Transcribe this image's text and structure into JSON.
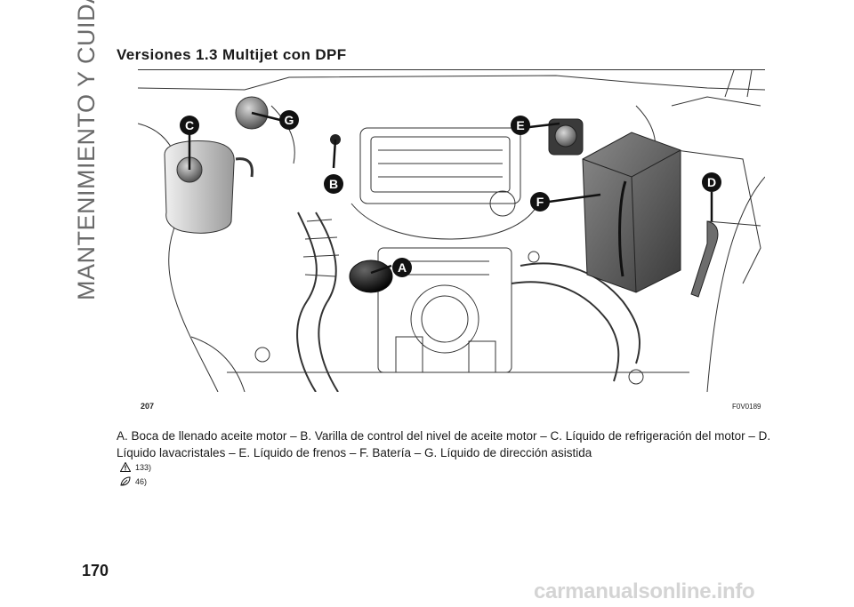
{
  "sidebar": {
    "section_label": "MANTENIMIENTO Y CUIDADO"
  },
  "section": {
    "title": "Versiones 1.3 Multijet con DPF"
  },
  "figure": {
    "number": "207",
    "code": "F0V0189",
    "callouts": [
      "A",
      "B",
      "C",
      "D",
      "E",
      "F",
      "G"
    ]
  },
  "caption": {
    "text": "A. Boca de llenado aceite motor – B. Varilla de control del nivel de aceite motor – C. Líquido de refrigeración del motor – D. Líquido lavacristales – E. Líquido de frenos – F. Batería – G. Líquido de dirección asistida"
  },
  "references": [
    {
      "icon": "warning-triangle-icon",
      "text": "133)"
    },
    {
      "icon": "environment-icon",
      "text": "46)"
    }
  ],
  "page": {
    "number": "170"
  },
  "watermark": {
    "text": "carmanualsonline.info"
  }
}
